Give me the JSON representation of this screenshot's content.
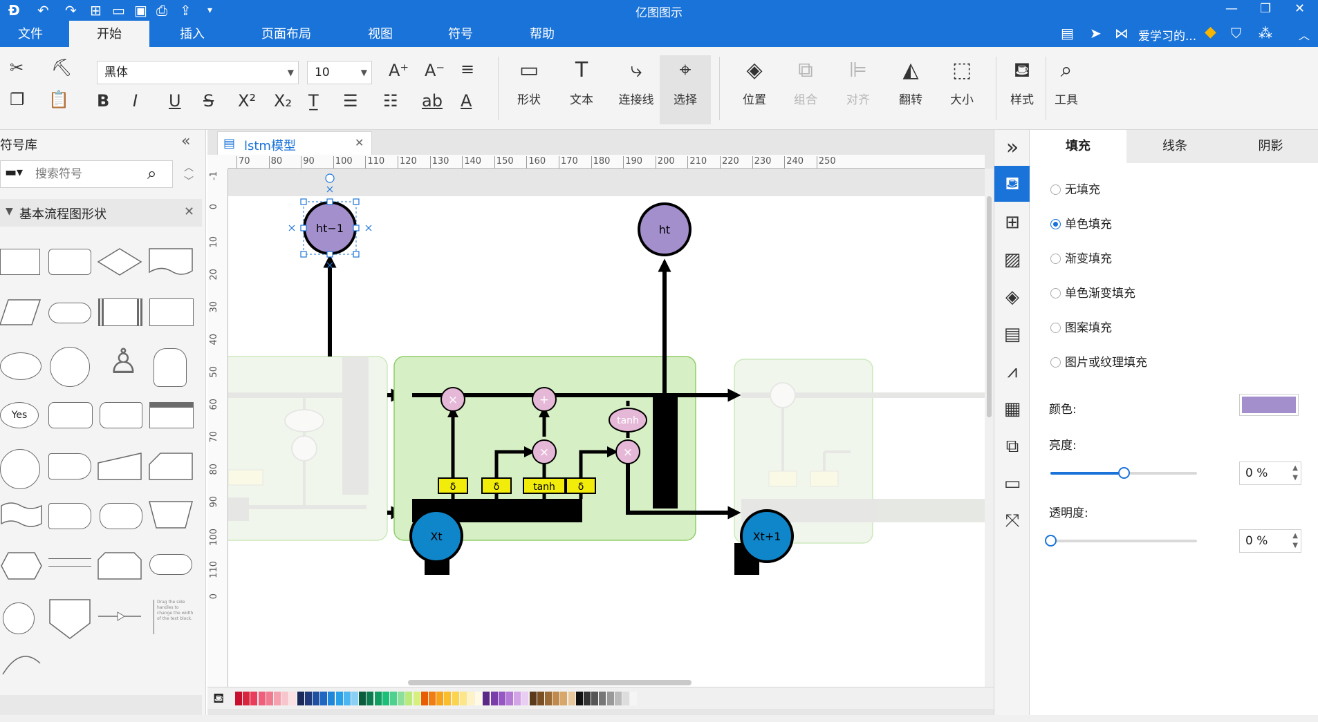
{
  "app": {
    "title": "亿图图示"
  },
  "menu": {
    "tabs": [
      "文件",
      "开始",
      "插入",
      "页面布局",
      "视图",
      "符号",
      "帮助"
    ],
    "active_index": 1,
    "user_label": "爱学习的..."
  },
  "ribbon": {
    "font_name": "黑体",
    "font_size": "10",
    "big_buttons": [
      {
        "label": "形状",
        "icon": "rectangle-icon"
      },
      {
        "label": "文本",
        "icon": "text-icon"
      },
      {
        "label": "连接线",
        "icon": "connector-icon"
      },
      {
        "label": "选择",
        "icon": "select-cursor-icon"
      },
      {
        "label": "位置",
        "icon": "layers-icon"
      },
      {
        "label": "组合",
        "icon": "group-icon"
      },
      {
        "label": "对齐",
        "icon": "align-icon"
      },
      {
        "label": "翻转",
        "icon": "flip-icon"
      },
      {
        "label": "大小",
        "icon": "size-icon"
      },
      {
        "label": "样式",
        "icon": "paint-bucket-icon"
      },
      {
        "label": "工具",
        "icon": "tools-icon"
      }
    ]
  },
  "library": {
    "title": "符号库",
    "search_placeholder": "搜索符号",
    "section_title": "基本流程图形状",
    "yes_label": "Yes",
    "note_text": "Drag the side handles to change the width of the text block."
  },
  "document": {
    "tab_name": "lstm模型"
  },
  "ruler": {
    "h_ticks": [
      "70",
      "80",
      "90",
      "100",
      "110",
      "120",
      "130",
      "140",
      "150",
      "160",
      "170",
      "180",
      "190",
      "200",
      "210",
      "220",
      "230",
      "240",
      "250"
    ],
    "v_ticks": [
      "-1",
      "0",
      "10",
      "20",
      "30",
      "40",
      "50",
      "60",
      "70",
      "80",
      "90",
      "100",
      "110",
      "0"
    ]
  },
  "diagram": {
    "node_prev_h": "ht−1",
    "node_h": "ht",
    "node_x": "Xt",
    "node_x_next": "Xt+1",
    "op_mul": "×",
    "op_add": "+",
    "tanh": "tanh",
    "sigma": "δ",
    "colors": {
      "cell_fill": "#d6efc4",
      "cell_border": "#8fce6a",
      "node_h": "#a48fcd",
      "node_x": "#0f86c9",
      "op": "#e6b8d8",
      "gate": "#f2ec0a"
    }
  },
  "properties": {
    "tabs": [
      "填充",
      "线条",
      "阴影"
    ],
    "fill_options": [
      "无填充",
      "单色填充",
      "渐变填充",
      "单色渐变填充",
      "图案填充",
      "图片或纹理填充"
    ],
    "selected_fill_index": 1,
    "color_label": "颜色:",
    "color_value": "#a48fcd",
    "brightness_label": "亮度:",
    "brightness_value": "0 %",
    "brightness_fraction": 0.5,
    "transparency_label": "透明度:",
    "transparency_value": "0 %",
    "transparency_fraction": 0.0
  },
  "palette": [
    "#c8102e",
    "#d7263d",
    "#e83e5c",
    "#ef5e7a",
    "#f07b91",
    "#f5a0ae",
    "#f7c5cc",
    "#fbe0e4",
    "#1b2a5a",
    "#203a7c",
    "#1f4fa0",
    "#2067c2",
    "#1f86d9",
    "#2aa0e8",
    "#4bb6f0",
    "#8ccff5",
    "#0a5c3c",
    "#0e7a4f",
    "#129e62",
    "#1cbf78",
    "#4fd08e",
    "#8bdf9b",
    "#b9ea7a",
    "#d6f07e",
    "#e85d04",
    "#f07d12",
    "#f6a21a",
    "#fabe2c",
    "#fcd34d",
    "#fde68a",
    "#fef3c7",
    "#fff9e6",
    "#5b2a86",
    "#7a3ea8",
    "#9656c4",
    "#b57ad6",
    "#d2a3e6",
    "#e9cdf2",
    "#5a3a1a",
    "#7a4f24",
    "#9c6a35",
    "#bf8a4c",
    "#d7a86a",
    "#e8c89a",
    "#111111",
    "#333333",
    "#555555",
    "#777777",
    "#999999",
    "#bbbbbb",
    "#dddddd",
    "#f5f5f5"
  ]
}
